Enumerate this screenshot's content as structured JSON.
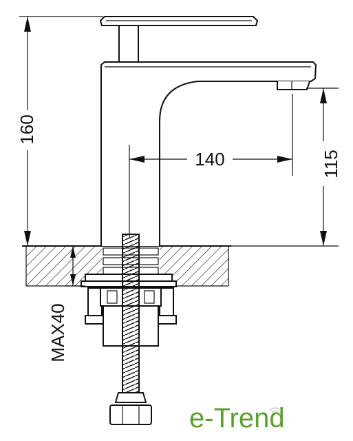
{
  "dimensions": {
    "height_total": "160",
    "spout_reach": "140",
    "spout_height": "115",
    "max_deck_thickness": "MAX40"
  },
  "logo": {
    "text": "e-Trend",
    "color": "#5aa02c"
  },
  "colors": {
    "line": "#111111",
    "background": "#ffffff"
  }
}
